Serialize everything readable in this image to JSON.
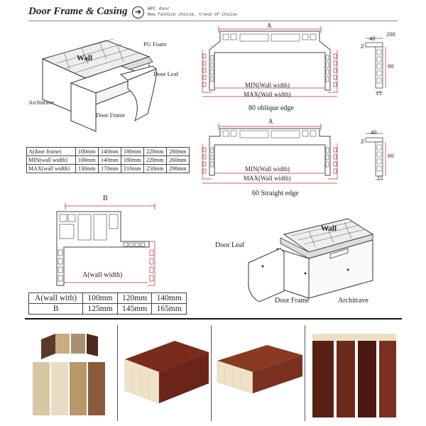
{
  "header": {
    "title": "Door Frame & Casing",
    "icon": "arrow-circle-icon",
    "subtitle_line1": "WPC door",
    "subtitle_line2": "New fashion choise, trend of choise"
  },
  "illustration_top": {
    "labels": {
      "wall": "Wall",
      "pu_foam": "PU Foam",
      "door_leaf": "Door Leaf",
      "architrave": "Architrave",
      "door_frame": "Door Frame"
    }
  },
  "profile_80": {
    "label_a": "A",
    "label_min": "MIN(Wall width)",
    "label_max": "MAX(Wall width)",
    "caption": "80 oblique edge"
  },
  "side_80": {
    "d1": "40",
    "d2": "200",
    "d3": "Z",
    "d4": "80",
    "d5": "15"
  },
  "profile_60": {
    "label_a": "A",
    "label_min": "MIN(Wall width)",
    "label_max": "MAX(Wall width)",
    "caption": "60 Straight edge"
  },
  "side_60": {
    "d1": "40",
    "d2": "Z",
    "d3": "60",
    "d4": "15"
  },
  "table_a": {
    "rows": [
      {
        "label": "A(door frame)",
        "values": [
          "100mm",
          "140mm",
          "180mm",
          "220mm",
          "260mm"
        ]
      },
      {
        "label": "MIN(wall width)",
        "values": [
          "100mm",
          "140mm",
          "180mm",
          "220mm",
          "260mm"
        ]
      },
      {
        "label": "MAX(wall width)",
        "values": [
          "130mm",
          "170mm",
          "210mm",
          "250mm",
          "290mm"
        ]
      }
    ]
  },
  "profile_b": {
    "label_b": "B",
    "label_wall": "A(wall width)"
  },
  "table_b": {
    "rows": [
      {
        "label": "A(wall with)",
        "values": [
          "100mm",
          "120mm",
          "140mm"
        ]
      },
      {
        "label": "B",
        "values": [
          "125mm",
          "145mm",
          "165mm"
        ]
      }
    ]
  },
  "illustration_bottom": {
    "labels": {
      "wall": "Wall",
      "door_leaf": "Door Leaf",
      "door_frame": "Door Frame",
      "architrave": "Architrave"
    }
  },
  "colors": {
    "accent_red": "#b03030",
    "wood_dark": "#6b2417",
    "wood_light": "#d8c7a5"
  }
}
